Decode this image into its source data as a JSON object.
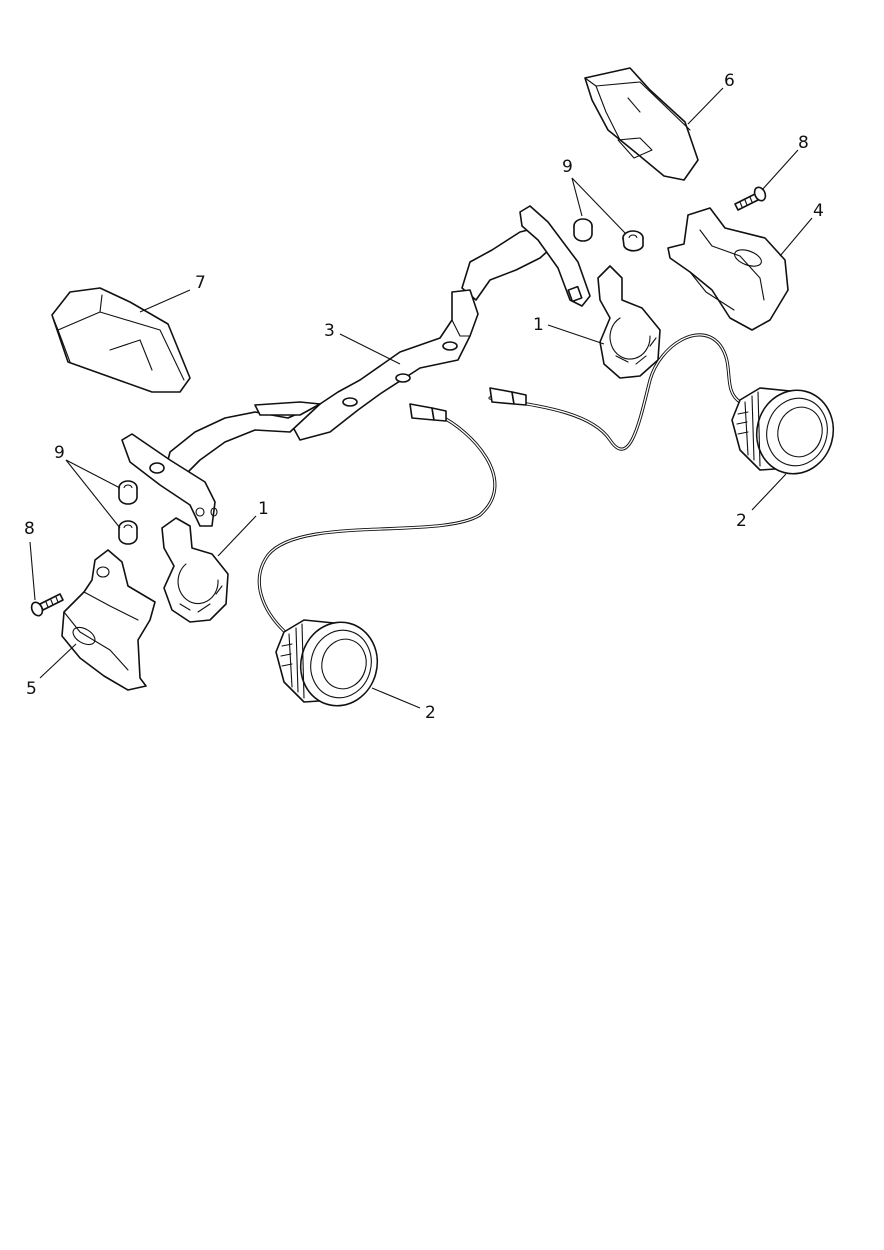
{
  "callouts": {
    "c1a": "1",
    "c1b": "1",
    "c2a": "2",
    "c2b": "2",
    "c3": "3",
    "c4": "4",
    "c5": "5",
    "c6": "6",
    "c7": "7",
    "c8a": "8",
    "c8b": "8",
    "c9a": "9",
    "c9b": "9"
  }
}
